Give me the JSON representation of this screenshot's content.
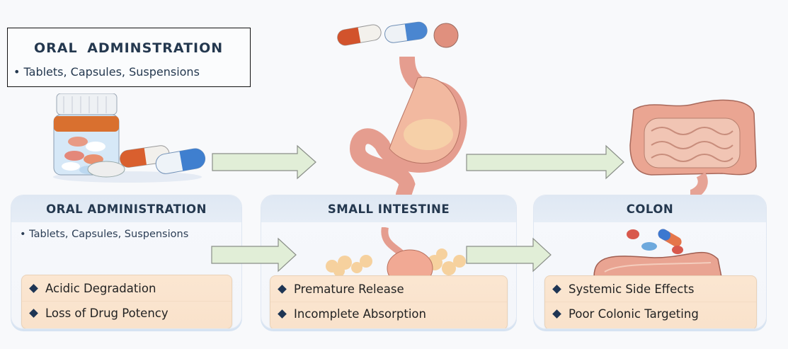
{
  "title_box": {
    "title": "ORAL  ADMINSTRATION",
    "subtitle": "• Tablets, Capsules, Suspensions"
  },
  "panels": [
    {
      "title": "ORAL ADMINISTRATION",
      "subtitle": "• Tablets, Capsules, Suspensions",
      "issues": [
        "Acidic Degradation",
        "Loss of Drug Potency"
      ]
    },
    {
      "title": "SMALL INTESTINE",
      "subtitle": "",
      "issues": [
        "Premature Release",
        "Incomplete Absorption"
      ]
    },
    {
      "title": "COLON",
      "subtitle": "",
      "issues": [
        "Systemic Side Effects",
        "Poor Colonic Targeting"
      ]
    }
  ],
  "illustrations": {
    "top_left": "pill-bottle-with-capsules-and-tablet",
    "top_middle": "capsules-and-stomach",
    "top_right": "large-and-small-intestine",
    "panel_2": "stomach-with-particles",
    "panel_3": "colon-with-capsules"
  },
  "colors": {
    "arrow_fill": "#e1eed7",
    "arrow_stroke": "#8a8f88",
    "issue_box": "#fae4cd",
    "heading_text": "#24384f",
    "diamond": "#1e3554"
  }
}
